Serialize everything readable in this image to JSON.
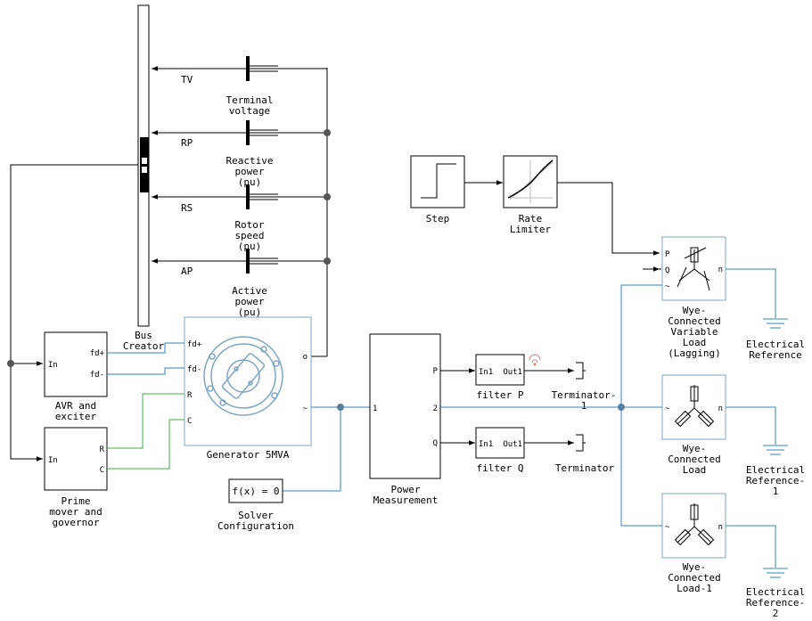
{
  "blocks": {
    "bus_creator": {
      "label_lines": [
        "Bus",
        "Creator"
      ]
    },
    "scope_terminal_voltage": {
      "label_lines": [
        "Terminal",
        "voltage"
      ]
    },
    "scope_reactive_power": {
      "label_lines": [
        "Reactive",
        "power",
        "(pu)"
      ]
    },
    "scope_rotor_speed": {
      "label_lines": [
        "Rotor",
        "speed",
        "(pu)"
      ]
    },
    "scope_active_power": {
      "label_lines": [
        "Active",
        "power",
        "(pu)"
      ]
    },
    "avr": {
      "label_lines": [
        "AVR and",
        "exciter"
      ],
      "port_in": "In",
      "port_out1": "fd+",
      "port_out2": "fd-"
    },
    "prime_mover": {
      "label_lines": [
        "Prime",
        "mover and",
        "governor"
      ],
      "port_in": "In",
      "port_out1": "R",
      "port_out2": "C"
    },
    "generator": {
      "label": "Generator 5MVA",
      "port_fdp": "fd+",
      "port_fdm": "fd-",
      "port_r": "R",
      "port_c": "C",
      "port_o": "o",
      "port_tilde": "~"
    },
    "solver": {
      "text": "f(x) = 0",
      "label_lines": [
        "Solver",
        "Configuration"
      ]
    },
    "power_measurement": {
      "label_lines": [
        "Power",
        "Measurement"
      ],
      "port_1": "1",
      "port_p": "P",
      "port_2": "2",
      "port_q": "Q"
    },
    "filter_p": {
      "label": "filter P",
      "port_in": "In1",
      "port_out": "Out1"
    },
    "filter_q": {
      "label": "filter Q",
      "port_in": "In1",
      "port_out": "Out1"
    },
    "terminator_1": {
      "label_lines": [
        "Terminator-",
        "1"
      ]
    },
    "terminator": {
      "label": "Terminator"
    },
    "step": {
      "label": "Step"
    },
    "rate_limiter": {
      "label_lines": [
        "Rate",
        "Limiter"
      ]
    },
    "var_load": {
      "label_lines": [
        "Wye-",
        "Connected",
        "Variable",
        "Load",
        "(Lagging)"
      ],
      "port_p": "P",
      "port_q": "Q",
      "port_tilde": "~",
      "port_n": "n"
    },
    "load": {
      "label_lines": [
        "Wye-",
        "Connected",
        "Load"
      ],
      "port_tilde": "~",
      "port_n": "n"
    },
    "load_1": {
      "label_lines": [
        "Wye-",
        "Connected",
        "Load-1"
      ],
      "port_tilde": "~",
      "port_n": "n"
    },
    "ref": {
      "label_lines": [
        "Electrical",
        "Reference"
      ]
    },
    "ref_1": {
      "label_lines": [
        "Electrical",
        "Reference-",
        "1"
      ]
    },
    "ref_2": {
      "label_lines": [
        "Electrical",
        "Reference-",
        "2"
      ]
    }
  },
  "signals": {
    "tv": "TV",
    "rp": "RP",
    "rs": "RS",
    "ap": "AP"
  },
  "colors": {
    "physical": "#2e86c1",
    "control": "#3cb043",
    "signal": "#000000"
  }
}
